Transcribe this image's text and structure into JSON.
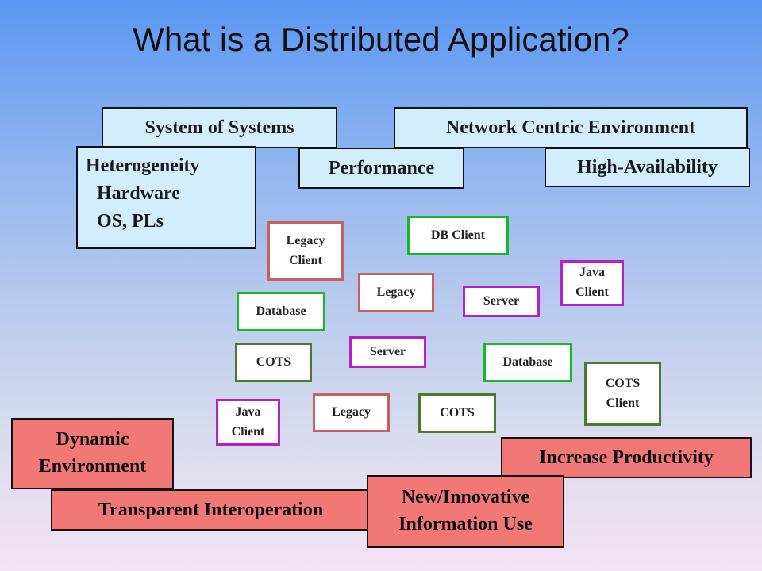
{
  "slide": {
    "title": "What is a Distributed Application?"
  },
  "top_labels": {
    "system_of_systems": "System of Systems",
    "network_centric": "Network Centric Environment",
    "heterogeneity": "Heterogeneity",
    "hardware": "Hardware",
    "os_pls": "OS, PLs",
    "performance": "Performance",
    "high_availability": "High-Availability"
  },
  "nodes": {
    "legacy_client": "Legacy Client",
    "db_client": "DB Client",
    "java_client_right": "Java Client",
    "legacy_1": "Legacy",
    "server_1": "Server",
    "database_1": "Database",
    "cots_1": "COTS",
    "server_2": "Server",
    "database_2": "Database",
    "cots_client": "COTS Client",
    "java_client_left": "Java Client",
    "legacy_2": "Legacy",
    "cots_2": "COTS"
  },
  "bottom_labels": {
    "dynamic_environment": "Dynamic Environment",
    "increase_productivity": "Increase Productivity",
    "transparent_interoperation": "Transparent Interoperation",
    "new_innovative": "New/Innovative Information Use"
  },
  "colors": {
    "legacy_border": "#c86060",
    "database_border": "#12bb25",
    "server_java_border": "#b620c8",
    "cots_border": "#4a7b2a",
    "blue_box": "#d2eefc",
    "red_box": "#f27877"
  }
}
